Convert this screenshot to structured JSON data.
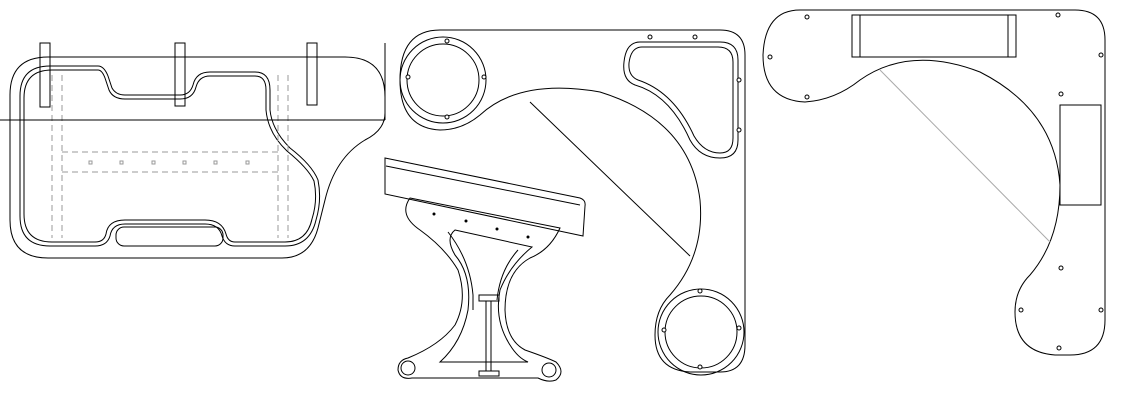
{
  "drawing": {
    "line_color": "#000000",
    "hidden_line_color": "#999999",
    "background": "#ffffff",
    "parts": [
      "desk-plate-left",
      "corner-plate-with-rings",
      "bench-with-legs",
      "corner-plate-right"
    ]
  }
}
